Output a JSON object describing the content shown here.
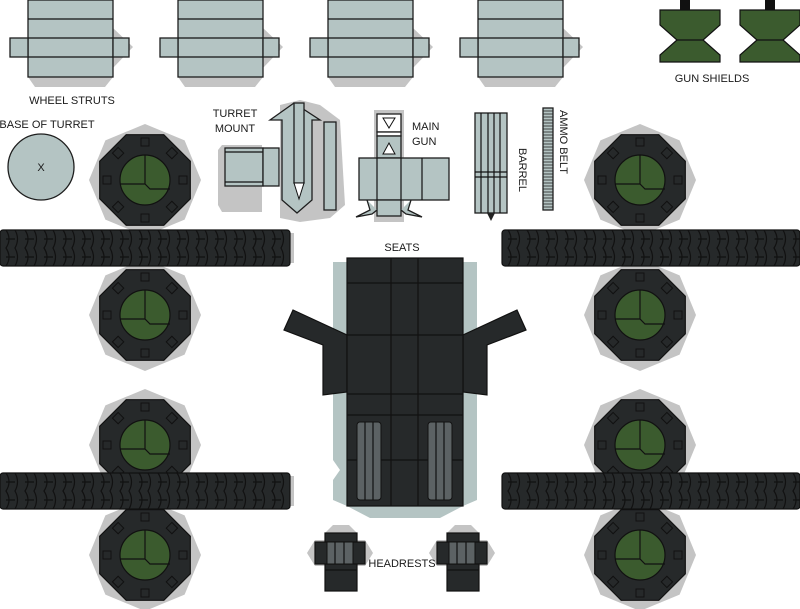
{
  "labels": {
    "wheel_struts": "WHEEL STRUTS",
    "gun_shields": "GUN SHIELDS",
    "base_of_turret": "BASE OF TURRET",
    "base_mark": "X",
    "turret_mount_1": "TURRET",
    "turret_mount_2": "MOUNT",
    "main_gun_1": "MAIN",
    "main_gun_2": "GUN",
    "barrel": "BARREL",
    "ammo_belt": "AMMO BELT",
    "seats": "SEATS",
    "headrests": "HEADRESTS"
  },
  "colors": {
    "part": "#b4c4c3",
    "tire": "#26292a",
    "hub": "#3b5b2e",
    "shadow": "#c4c4c4"
  }
}
